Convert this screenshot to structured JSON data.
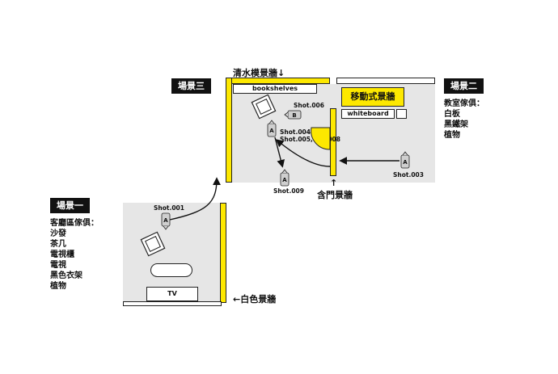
{
  "scenes": {
    "scene1": {
      "tag": "場景一",
      "furniture_title": "客廳區傢俱：",
      "furniture": [
        "沙發",
        "茶几",
        "電視櫃",
        "電視",
        "黑色衣架",
        "植物"
      ],
      "tv_label": "TV",
      "wall_label": "←白色景牆"
    },
    "scene2": {
      "tag": "場景二",
      "furniture_title": "教室傢俱：",
      "furniture": [
        "白板",
        "黑鐵架",
        "植物"
      ],
      "movable_wall_label": "移動式景牆",
      "whiteboard_label": "whiteboard",
      "door_wall_label": "含門景牆",
      "door_arrow": "↑"
    },
    "scene3": {
      "tag": "場景三",
      "wall_label": "清水模景牆↓",
      "bookshelves_label": "bookshelves"
    }
  },
  "shots": {
    "s001": "Shot.001",
    "s003": "Shot.003",
    "s004": "Shot.004",
    "s005": "Shot.005,007,008",
    "s006": "Shot.006",
    "s009": "Shot.009"
  },
  "cameras": {
    "a": "A",
    "b": "B"
  },
  "colors": {
    "wall_yellow": "#fde800",
    "floor_grey": "#e6e6e6",
    "tag_black": "#111111"
  }
}
